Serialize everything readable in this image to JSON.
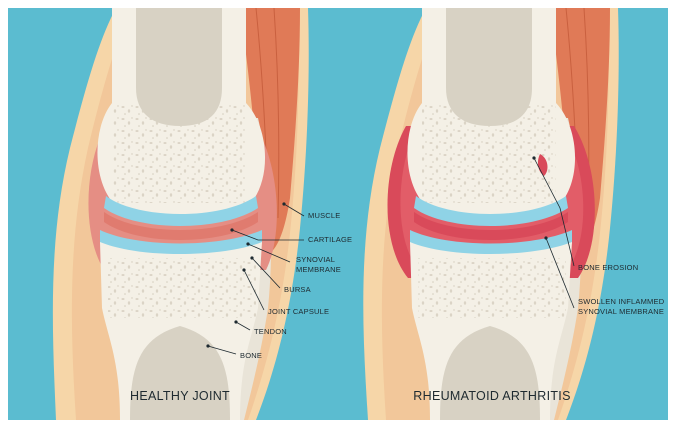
{
  "panels": [
    {
      "caption": "HEALTHY JOINT",
      "labels": {
        "muscle": "MUSCLE",
        "cartilage": "CARTILAGE",
        "synovial_membrane_line1": "SYNOVIAL",
        "synovial_membrane_line2": "MEMBRANE",
        "bursa": "BURSA",
        "joint_capsule": "JOINT CAPSULE",
        "tendon": "TENDON",
        "bone": "BONE"
      }
    },
    {
      "caption": "RHEUMATOID ARTHRITIS",
      "labels": {
        "bone_erosion": "BONE EROSION",
        "swollen_line1": "SWOLLEN INFLAMMED",
        "swollen_line2": "SYNOVIAL MEMBRANE"
      }
    }
  ],
  "colors": {
    "background": "#5bbcd0",
    "bone": "#f4f0e6",
    "marrow": "#d8d2c4",
    "cartilage": "#8fd3e6",
    "synovium_healthy": "#e58e84",
    "synovium_inflamed": "#d94a5a",
    "muscle": "#e07a57",
    "skin": "#f6d6a8"
  }
}
